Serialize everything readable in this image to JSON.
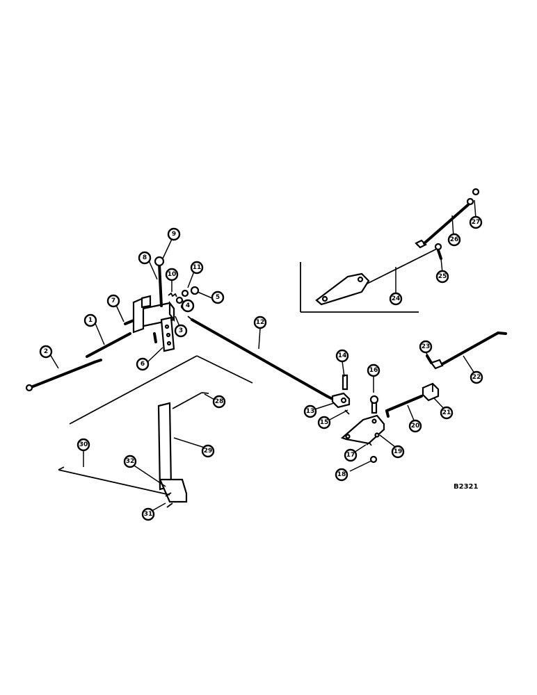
{
  "diagram": {
    "reference_code": "B2321",
    "callouts": {
      "c1": "1",
      "c2": "2",
      "c3": "3",
      "c4": "4",
      "c5": "5",
      "c6": "6",
      "c7": "7",
      "c8": "8",
      "c9": "9",
      "c10": "10",
      "c11": "11",
      "c12": "12",
      "c13": "13",
      "c14": "14",
      "c15": "15",
      "c16": "16",
      "c17": "17",
      "c18": "18",
      "c19": "19",
      "c20": "20",
      "c21": "21",
      "c22": "22",
      "c23": "23",
      "c24": "24",
      "c25": "25",
      "c26": "26",
      "c27": "27",
      "c28": "28",
      "c29": "29",
      "c30": "30",
      "c31": "31",
      "c32": "32"
    }
  }
}
